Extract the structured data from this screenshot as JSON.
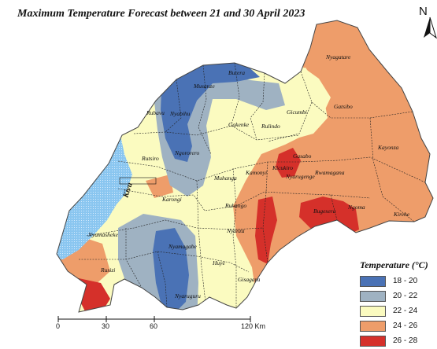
{
  "title": "Maximum Temperature Forecast between 21 and 30 April 2023",
  "north_arrow": {
    "letter": "N"
  },
  "legend": {
    "title": "Temperature (°C)",
    "items": [
      {
        "label": "18 - 20",
        "color": "#4a72b5"
      },
      {
        "label": "20 - 22",
        "color": "#9fb2c2"
      },
      {
        "label": "22 - 24",
        "color": "#fbfbc0"
      },
      {
        "label": "24 - 26",
        "color": "#ee9d6a"
      },
      {
        "label": "26 - 28",
        "color": "#d5302a"
      }
    ]
  },
  "scale_bar": {
    "ticks": [
      "0",
      "30",
      "60",
      "120 Km"
    ]
  },
  "lake": {
    "label": "Kivu",
    "color": "#8ac6f0"
  },
  "district_labels": [
    "Nyagatare",
    "Burera",
    "Musanze",
    "Gicumbi",
    "Gatsibo",
    "Rubavu",
    "Nyabihu",
    "Gakenke",
    "Rulindo",
    "Kayonza",
    "Ngororero",
    "Rutsiro",
    "Gasabo",
    "Kicukiro",
    "Nyarugenge",
    "Muhanga",
    "Kamonyi",
    "Rwamagana",
    "Karongi",
    "Ngoma",
    "Bugesera",
    "Kirehe",
    "Ruhango",
    "Nyamasheke",
    "Nyanza",
    "Rusizi",
    "Nyamagabe",
    "Huye",
    "Gisagara",
    "Nyaruguru"
  ]
}
